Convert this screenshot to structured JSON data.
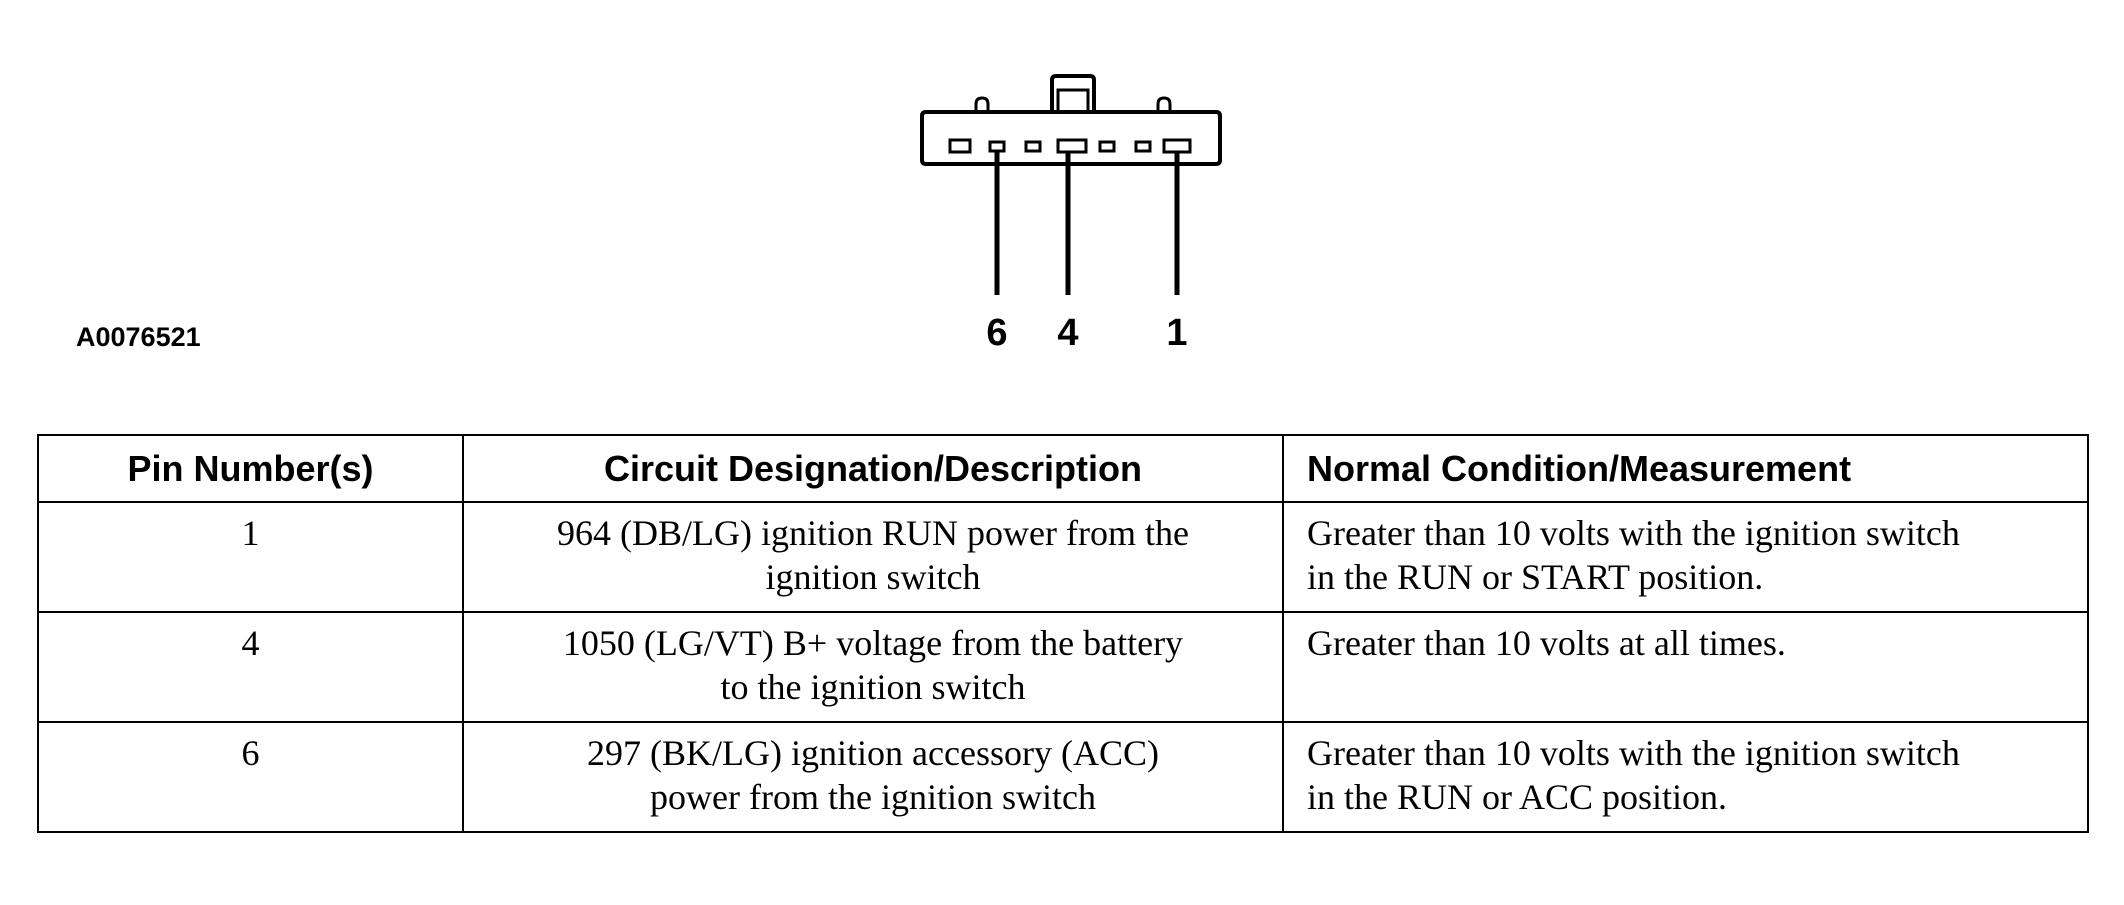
{
  "figure": {
    "id": "A0076521",
    "connector_icon": "connector-face-icon",
    "pin_callouts": [
      "6",
      "4",
      "1"
    ]
  },
  "table": {
    "headers": [
      "Pin Number(s)",
      "Circuit Designation/Description",
      "Normal Condition/Measurement"
    ],
    "rows": [
      {
        "pin": "1",
        "circuit_line1": "964 (DB/LG) ignition RUN power from the",
        "circuit_line2": "ignition switch",
        "condition_line1": "Greater than 10 volts with the ignition switch",
        "condition_line2": "in the RUN or START position."
      },
      {
        "pin": "4",
        "circuit_line1": "1050 (LG/VT) B+ voltage from the battery",
        "circuit_line2": "to the ignition switch",
        "condition_line1": "Greater than 10 volts at all times.",
        "condition_line2": ""
      },
      {
        "pin": "6",
        "circuit_line1": "297 (BK/LG) ignition accessory (ACC)",
        "circuit_line2": "power from the ignition switch",
        "condition_line1": "Greater than 10 volts with the ignition switch",
        "condition_line2": "in the RUN or ACC position."
      }
    ]
  }
}
